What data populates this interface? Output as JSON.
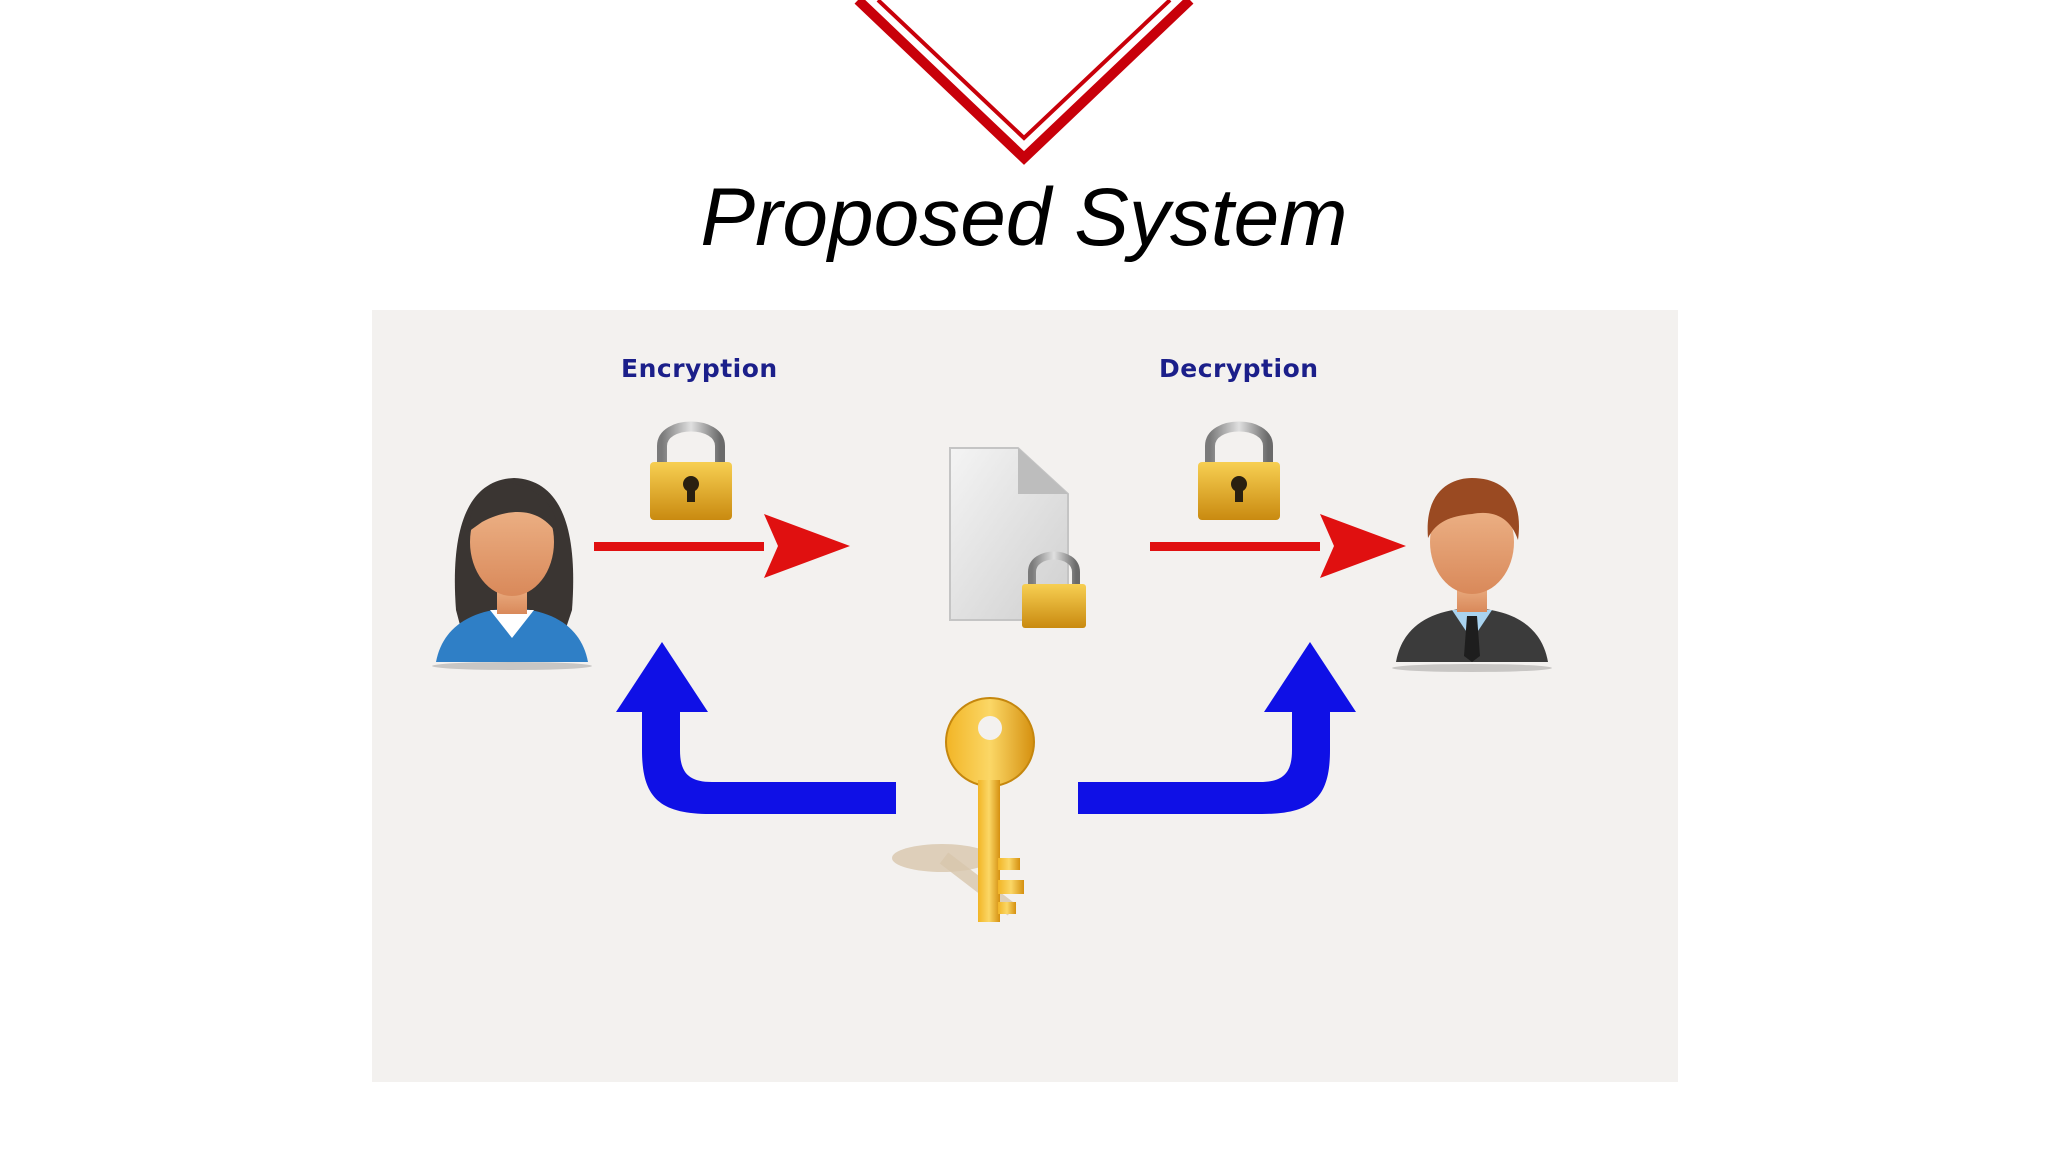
{
  "slide": {
    "title": "Proposed System"
  },
  "diagram": {
    "encryption_label": "Encryption",
    "decryption_label": "Decryption",
    "icons": [
      "female-user-icon",
      "padlock-icon",
      "encrypted-document-icon",
      "padlock-icon",
      "male-user-icon",
      "key-icon"
    ],
    "colors": {
      "accent_red": "#cc0000",
      "arrow_red": "#e01010",
      "arrow_blue": "#1010e0",
      "label_navy": "#1b1f8a",
      "panel_bg": "#f3f1ef"
    }
  }
}
